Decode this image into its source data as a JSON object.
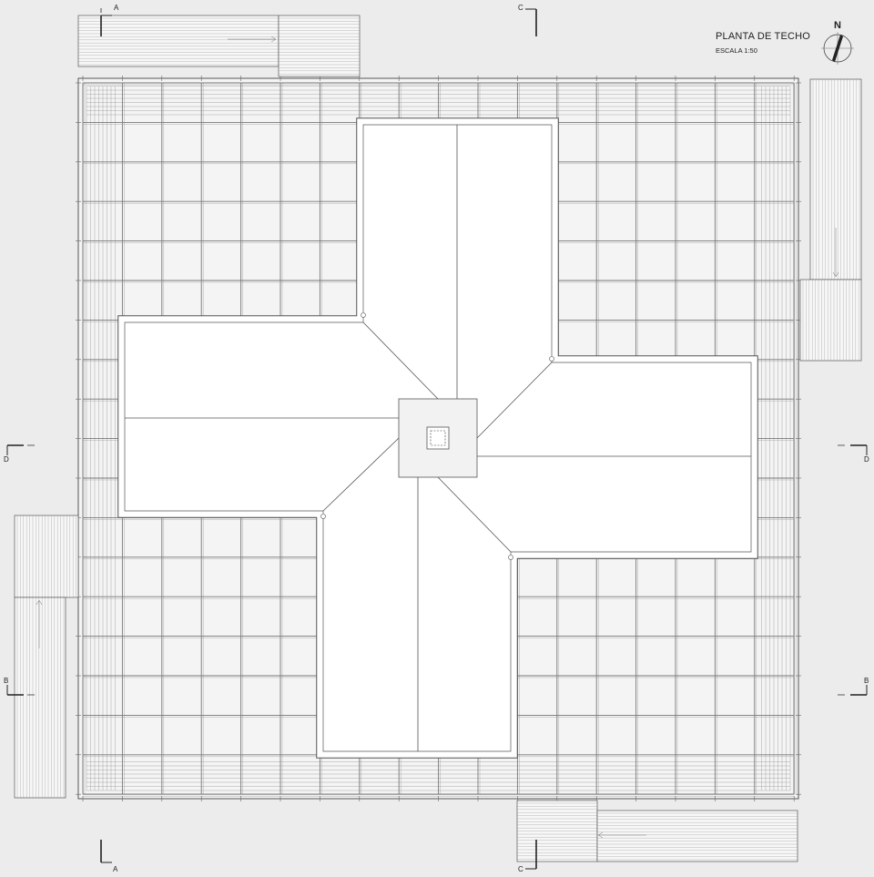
{
  "title": "PLANTA DE TECHO",
  "scale": "ESCALA 1:50",
  "north": "N",
  "section_labels": {
    "A_top": "A",
    "A_bottom": "A",
    "C_top": "C",
    "C_bottom": "C",
    "D_left": "D",
    "D_right": "D",
    "B_left": "B",
    "B_right": "B"
  },
  "colors": {
    "background": "#ececec",
    "line": "#555555",
    "fill": "#ffffff"
  }
}
